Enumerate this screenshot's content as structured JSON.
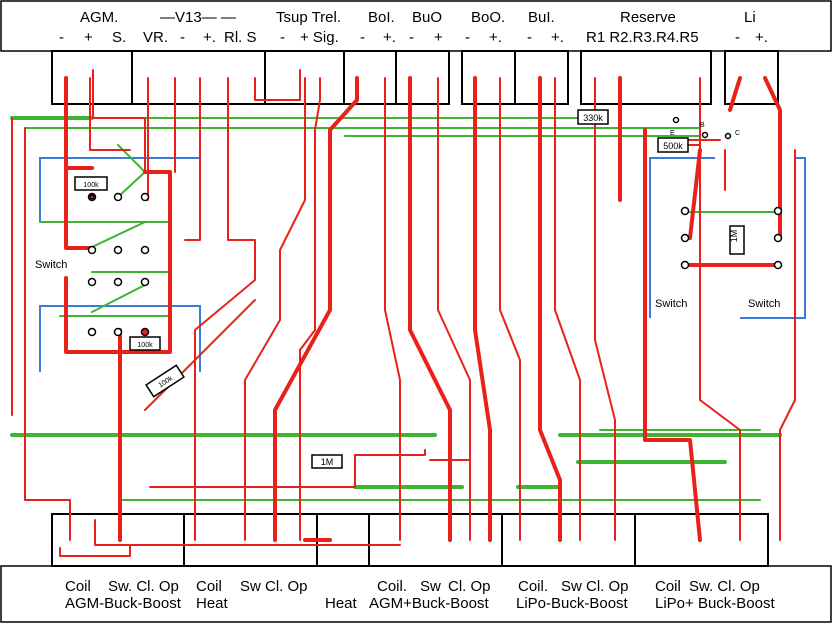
{
  "top_header": {
    "groups": [
      {
        "name": "AGM.",
        "pins": [
          "-",
          "+",
          "S."
        ]
      },
      {
        "name": "—V13—  —",
        "pins": [
          "VR.",
          "-",
          "+.",
          "Rl. S"
        ]
      },
      {
        "name": "Tsup Trel.",
        "pins": [
          "-",
          "+ Sig."
        ]
      },
      {
        "name": "BoI.",
        "pins": [
          "-",
          "+."
        ]
      },
      {
        "name": "BuO",
        "pins": [
          "-",
          "+"
        ]
      },
      {
        "name": "BoO.",
        "pins": [
          "-",
          "+."
        ]
      },
      {
        "name": "BuI.",
        "pins": [
          "-",
          "+."
        ]
      },
      {
        "name": "Reserve",
        "pins": [
          "R1 R2.R3.R4.R5"
        ]
      },
      {
        "name": "Li",
        "pins": [
          "-",
          "+."
        ]
      }
    ]
  },
  "components": {
    "r_330k": "330k",
    "r_500k": "500k",
    "r_100k_a": "100k",
    "r_100k_b": "100k",
    "r_100k_c": "100k",
    "r_1m_a": "1M",
    "r_1m_b": "1M",
    "pin_b": "B",
    "pin_e": "E",
    "pin_c": "C",
    "switch_left": "Switch",
    "switch_mid": "Switch",
    "switch_right": "Switch"
  },
  "bottom_footer": {
    "line1": [
      "Coil",
      "Sw. Cl. Op",
      "Coil",
      "Sw Cl. Op",
      "Coil.",
      "Sw",
      "Cl. Op",
      "Coil.",
      "Sw Cl. Op",
      "Coil",
      "Sw. Cl. Op"
    ],
    "line2": [
      "AGM-Buck-Boost",
      "Heat",
      "Heat",
      "AGM+Buck-Boost",
      "LiPo-Buck-Boost",
      "LiPo+ Buck-Boost"
    ]
  },
  "colors": {
    "wire_power": "#e8221b",
    "wire_signal": "#3cb531",
    "switch_outline": "#3a7bd5"
  }
}
